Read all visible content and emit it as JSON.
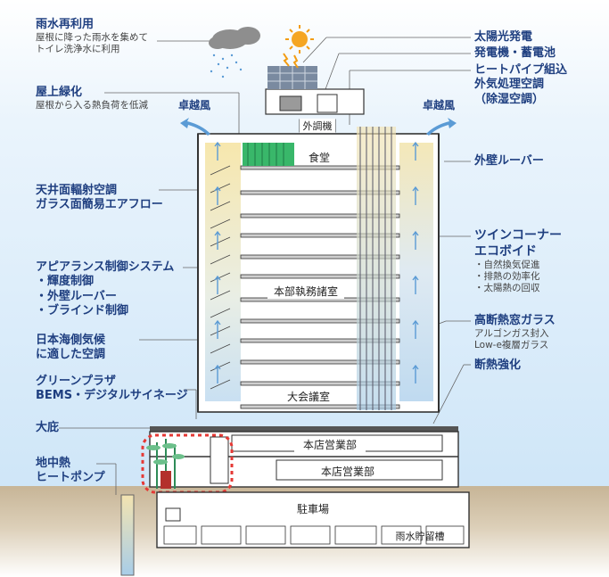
{
  "callouts_left": {
    "rainwater": {
      "title": "雨水再利用",
      "lines": [
        "屋根に降った雨水を集めて",
        "トイレ洗浄水に利用"
      ]
    },
    "roof_green": {
      "title": "屋上緑化",
      "lines": [
        "屋根から入る熱負荷を低減"
      ]
    },
    "ceiling": {
      "lines": [
        "天井面輻射空調",
        "ガラス面簡易エアフロー"
      ]
    },
    "appearance": {
      "lines": [
        "アピアランス制御システム",
        "・輝度制御",
        "・外壁ルーバー",
        "・ブラインド制御"
      ]
    },
    "climate": {
      "lines": [
        "日本海側気候",
        "に適した空調"
      ]
    },
    "green_plaza": {
      "lines": [
        "グリーンプラザ",
        "BEMS・デジタルサイネージ"
      ]
    },
    "eaves": {
      "title": "大庇"
    },
    "geothermal": {
      "lines": [
        "地中熱",
        "ヒートポンプ"
      ]
    }
  },
  "callouts_right": {
    "solar": {
      "title": "太陽光発電"
    },
    "generator": {
      "title": "発電機・蓄電池"
    },
    "heatpipe": {
      "lines": [
        "ヒートパイプ組込",
        "外気処理空調",
        "（除湿空調）"
      ]
    },
    "louver": {
      "title": "外壁ルーバー"
    },
    "twin_void": {
      "lines": [
        "ツインコーナー",
        "エコボイド"
      ],
      "bullets": [
        "・自然換気促進",
        "・排熱の効率化",
        "・太陽熱の回収"
      ]
    },
    "glass": {
      "title": "高断熱窓ガラス",
      "lines": [
        "アルゴンガス封入",
        "Low-e複層ガラス"
      ]
    },
    "insulation": {
      "title": "断熱強化"
    }
  },
  "wind": {
    "left": "卓越風",
    "right": "卓越風"
  },
  "rooms": {
    "outdoor_ac": "外調機",
    "cafeteria": "食堂",
    "hq_office": "本部執務諸室",
    "hall": "大会議室",
    "branch_upper": "本店営業部",
    "branch_lower": "本店営業部",
    "parking": "駐車場",
    "rain_tank": "雨水貯留槽"
  },
  "colors": {
    "label_blue": "#1f3f80",
    "building_frame": "#333333",
    "warm_void": "#f6e9b8",
    "cool_void": "#cfe3f3",
    "green_roof": "#39b76a",
    "sun": "#f39c12",
    "sun_core": "#f5a623",
    "cloud": "#8e8e8e",
    "highlight_dash": "#e53935",
    "bamboo": "#2e8b57",
    "ground": "#c7b597"
  },
  "icons": [
    "sun-icon",
    "cloud-icon",
    "rain-icon",
    "solar-panel-icon",
    "bamboo-icon",
    "wind-arrow-icon",
    "vent-arrow-icon"
  ]
}
